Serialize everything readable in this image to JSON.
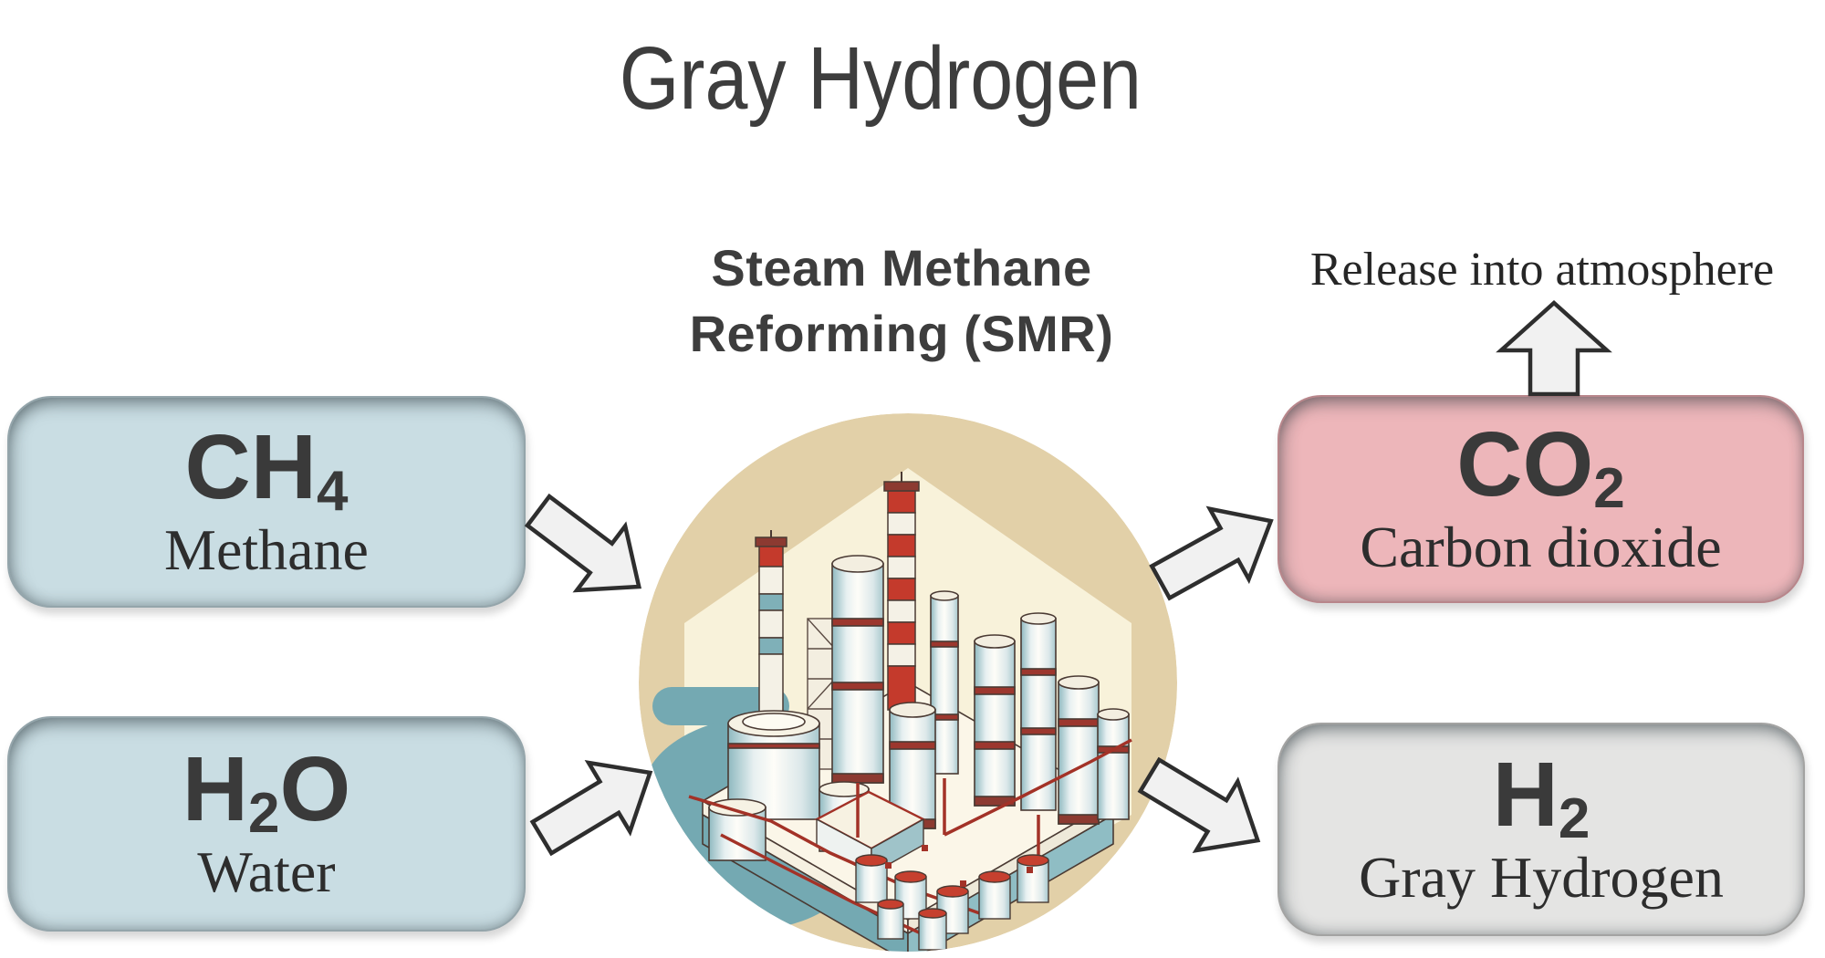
{
  "title": "Gray Hydrogen",
  "process": {
    "label_line1": "Steam Methane",
    "label_line2": "Reforming (SMR)"
  },
  "release": {
    "label": "Release into atmosphere",
    "icon": "up-block-arrow-icon",
    "direction": "up"
  },
  "boxes": {
    "ch4": {
      "pre": "CH",
      "sub": "4",
      "post": "",
      "name": "Methane",
      "fill": "#c9dde3"
    },
    "h2o": {
      "pre": "H",
      "sub": "2",
      "post": "O",
      "name": "Water",
      "fill": "#c9dde3"
    },
    "co2": {
      "pre": "CO",
      "sub": "2",
      "post": "",
      "name": "Carbon dioxide",
      "fill": "#edb6ba"
    },
    "h2": {
      "pre": "H",
      "sub": "2",
      "post": "",
      "name": "Gray Hydrogen",
      "fill": "#e4e4e3"
    }
  },
  "arrows": [
    {
      "id": "ch4-to-smr",
      "icon": "block-arrow-icon",
      "direction": "down-right"
    },
    {
      "id": "h2o-to-smr",
      "icon": "block-arrow-icon",
      "direction": "up-right"
    },
    {
      "id": "smr-to-co2",
      "icon": "block-arrow-icon",
      "direction": "up-right"
    },
    {
      "id": "smr-to-h2",
      "icon": "block-arrow-icon",
      "direction": "down-right"
    },
    {
      "id": "co2-to-atmosphere",
      "icon": "up-block-arrow-icon",
      "direction": "up"
    }
  ],
  "illustration": {
    "name": "smr-plant-illustration",
    "description": "Isometric refinery with striped smokestacks, teal tanks and red piping inside a tan circle"
  },
  "colors": {
    "input_box_fill": "#c9dde3",
    "co2_box_fill": "#edb6ba",
    "h2_box_fill": "#e4e4e3",
    "circle_fill": "#e2d0a8",
    "hexagon_fill": "#f8f2da",
    "plant_teal": "#74a9b2",
    "plant_red": "#c43a2c",
    "arrow_fill": "#f1f1f1",
    "arrow_outline": "#2e2e2e",
    "heading_text": "#3d3d3d",
    "body_text": "#2d2d2d"
  }
}
